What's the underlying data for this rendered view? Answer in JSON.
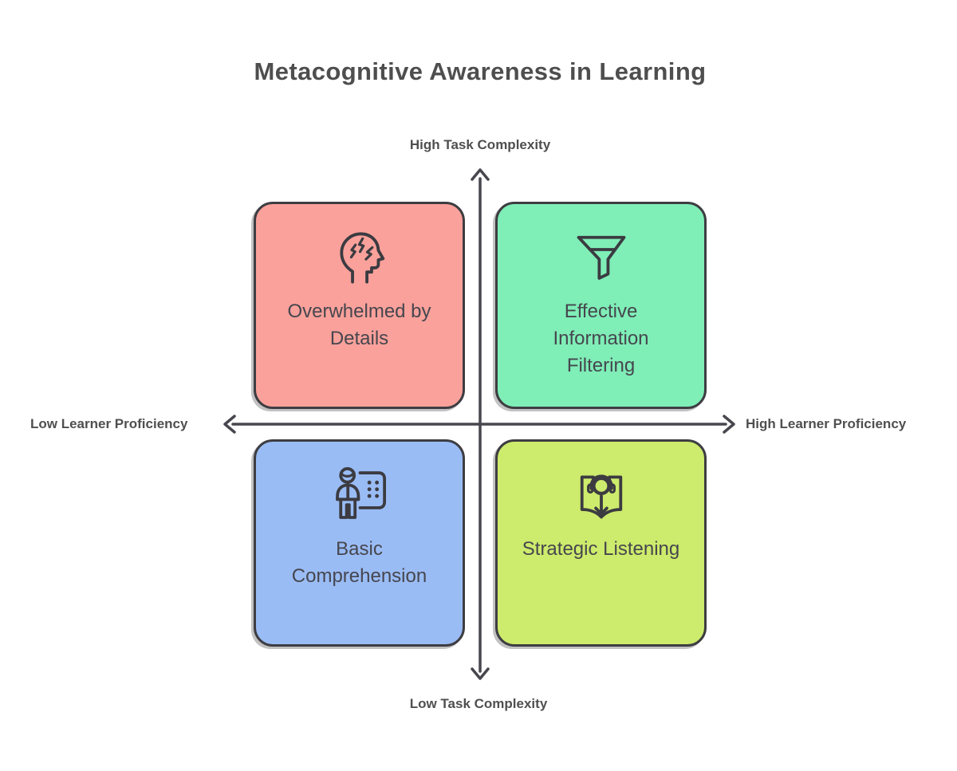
{
  "title": "Metacognitive Awareness in Learning",
  "axes": {
    "top_label": "High Task Complexity",
    "bottom_label": "Low Task Complexity",
    "left_label": "Low Learner Proficiency",
    "right_label": "High Learner Proficiency"
  },
  "quadrants": [
    {
      "position": "top-left",
      "label": "Overwhelmed by Details",
      "icon": "stressed-head-icon",
      "bg": "#FAA19B"
    },
    {
      "position": "top-right",
      "label": "Effective Information Filtering",
      "icon": "funnel-icon",
      "bg": "#7FEEB7"
    },
    {
      "position": "bottom-left",
      "label": "Basic Comprehension",
      "icon": "person-board-icon",
      "bg": "#9ABCF5"
    },
    {
      "position": "bottom-right",
      "label": "Strategic Listening",
      "icon": "listening-book-icon",
      "bg": "#CDEB6C"
    }
  ],
  "colors": {
    "background": "#ffffff",
    "axis": "#47474d",
    "box_border": "#3d3d42",
    "title_text": "#4e4e4e",
    "axis_label_text": "#4f4f4f",
    "quadrant_text": "#46464e",
    "icon_stroke": "#3b3b41"
  }
}
